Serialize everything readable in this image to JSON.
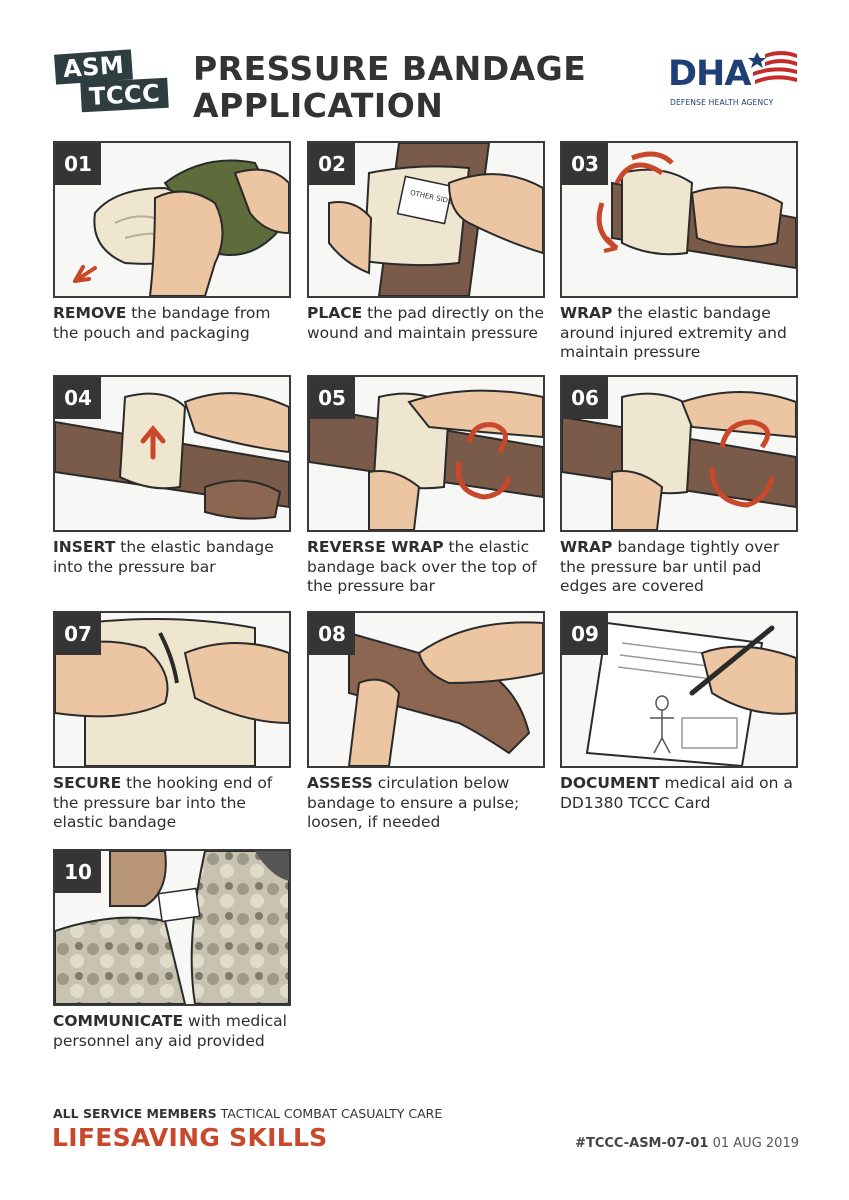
{
  "header": {
    "logo_line1": "ASM",
    "logo_line2": "TCCC",
    "title_line1": "PRESSURE BANDAGE",
    "title_line2": "APPLICATION",
    "agency_abbr": "DHA",
    "agency_name": "DEFENSE HEALTH AGENCY"
  },
  "colors": {
    "accent": "#c9472b",
    "dark": "#353535",
    "agency_blue": "#1f3f77"
  },
  "steps": [
    {
      "number": "01",
      "verb": "REMOVE",
      "text": " the bandage from the pouch and packaging"
    },
    {
      "number": "02",
      "verb": "PLACE",
      "text": " the pad directly on the wound and maintain pressure"
    },
    {
      "number": "03",
      "verb": "WRAP",
      "text": " the elastic bandage around injured extremity and maintain pressure"
    },
    {
      "number": "04",
      "verb": "INSERT",
      "text": " the elastic bandage into the pressure bar"
    },
    {
      "number": "05",
      "verb": "REVERSE WRAP",
      "text": " the elastic bandage back over the top of the pressure bar"
    },
    {
      "number": "06",
      "verb": "WRAP",
      "text": " bandage tightly over the pressure bar until pad edges are covered"
    },
    {
      "number": "07",
      "verb": "SECURE",
      "text": " the hooking end of the pressure bar into the elastic bandage"
    },
    {
      "number": "08",
      "verb": "ASSESS",
      "text": " circulation below bandage to ensure a pulse; loosen, if needed"
    },
    {
      "number": "09",
      "verb": "DOCUMENT",
      "text": " medical aid on a DD1380 TCCC Card"
    },
    {
      "number": "10",
      "verb": "COMMUNICATE",
      "text": " with medical personnel any aid provided"
    }
  ],
  "pad_label": "OTHER SIDE TO WOUND",
  "footer": {
    "audience_bold": "ALL SERVICE MEMBERS",
    "audience_rest": " TACTICAL COMBAT CASUALTY CARE",
    "tagline": "LIFESAVING SKILLS",
    "ref_code": "#TCCC-ASM-07-01",
    "ref_date": " 01 AUG 2019"
  }
}
